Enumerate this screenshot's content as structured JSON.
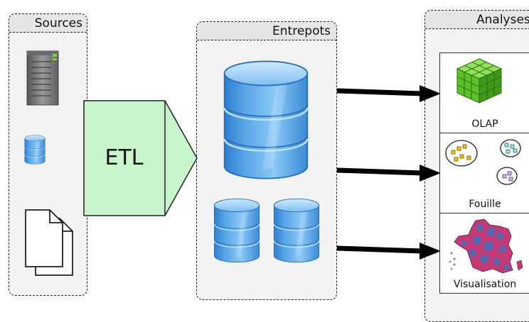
{
  "panels": {
    "sources": "Sources",
    "entrepots": "Entrepots",
    "analyses": "Analyses"
  },
  "etl_label": "ETL",
  "analyses_items": [
    "OLAP",
    "Fouille",
    "Visualisation"
  ],
  "icons": {
    "source_server": "server-building-icon",
    "source_db": "database-icon",
    "source_docs": "documents-icon",
    "warehouse_main": "database-icon",
    "olap": "olap-cube-icon",
    "fouille": "cluster-icon",
    "visualisation": "france-map-icon"
  },
  "colors": {
    "db_blue": "#5aa6e8",
    "etl_green": "#c8f5cc",
    "olap_green": "#5cc22a"
  }
}
